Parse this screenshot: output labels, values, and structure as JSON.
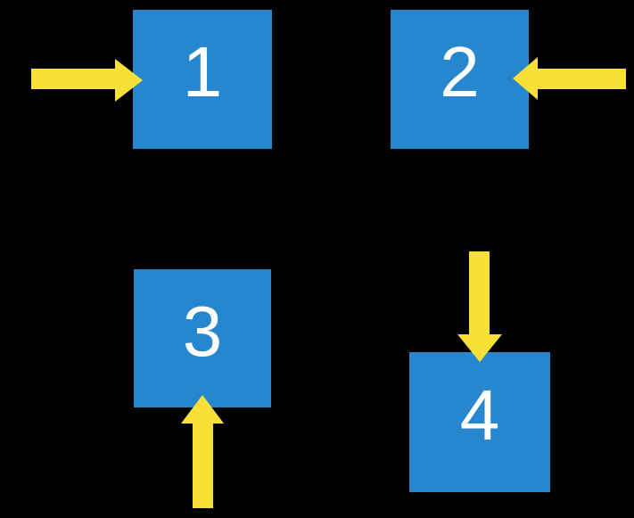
{
  "colors": {
    "background": "#000000",
    "box_blue": "#2787CE",
    "arrow_yellow": "#F8E137",
    "label_white": "#FFFFFF"
  },
  "boxes": [
    {
      "label": "1"
    },
    {
      "label": "2"
    },
    {
      "label": "3"
    },
    {
      "label": "4"
    }
  ],
  "arrows": [
    {
      "points_to_box": "1",
      "direction": "right"
    },
    {
      "points_to_box": "2",
      "direction": "left"
    },
    {
      "points_to_box": "3",
      "direction": "up"
    },
    {
      "points_to_box": "4",
      "direction": "down"
    }
  ]
}
